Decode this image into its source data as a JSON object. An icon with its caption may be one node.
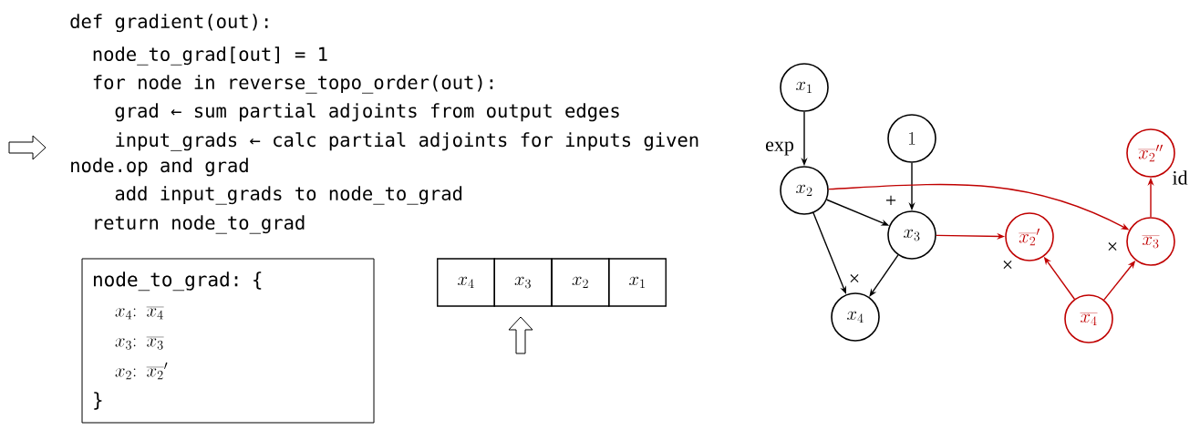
{
  "diagram": {
    "nodes": [
      {
        "text": [
          "node_to_grad: {",
          "x_4\\colon\\ \\overline{x_4}",
          "x_3\\colon\\ \\overline{x_3}",
          "x_2\\colon\\ \\overline{x_2}'",
          "}"
        ]
      },
      {
        "text": [
          "x_4"
        ]
      },
      {
        "text": [
          "x_3"
        ]
      },
      {
        "text": [
          "x_2"
        ]
      },
      {
        "text": [
          "x_1"
        ]
      },
      {
        "text": [
          "x_1"
        ]
      },
      {
        "text": [
          "1"
        ]
      },
      {
        "text": [
          "\\overline{x_2}''"
        ],
        "beside": [
          "id"
        ]
      },
      {
        "text": [
          "x_2"
        ],
        "beside": [
          "exp"
        ]
      },
      {
        "text": [
          "x_3"
        ],
        "beside": [
          "+"
        ]
      },
      {
        "text": [
          "\\overline{x_2}'"
        ],
        "beside": [
          "×"
        ]
      },
      {
        "text": [
          "\\overline{x_3}"
        ],
        "beside": [
          "×"
        ]
      },
      {
        "text": [
          "x_4"
        ],
        "beside": [
          "×"
        ]
      },
      {
        "text": [
          "\\overline{x_4}"
        ]
      }
    ],
    "edges": [
      {
        "from": 5,
        "to": 8,
        "arrow": "to"
      },
      {
        "from": 6,
        "to": 9,
        "arrow": "to"
      },
      {
        "from": 8,
        "to": 9,
        "arrow": "to"
      },
      {
        "from": 8,
        "to": 12,
        "arrow": "to"
      },
      {
        "from": 9,
        "to": 12,
        "arrow": "to"
      },
      {
        "from": 8,
        "to": 11,
        "arrow": "to",
        "color": "#c00000"
      },
      {
        "from": 9,
        "to": 10,
        "arrow": "to",
        "color": "#c00000"
      },
      {
        "from": 13,
        "to": 10,
        "arrow": "to",
        "color": "#c00000"
      },
      {
        "from": 13,
        "to": 11,
        "arrow": "to",
        "color": "#c00000"
      },
      {
        "from": 11,
        "to": 7,
        "arrow": "to",
        "color": "#c00000"
      }
    ],
    "labels": [
      "def gradient(out):",
      "node_to_grad[out] = 1",
      "for node in reverse_topo_order(out):",
      "grad ← sum partial adjoints from output edges",
      "input_grads ← calc partial adjoints for inputs given node.op and grad",
      "add input_grads to node_to_grad",
      "return node_to_grad"
    ]
  }
}
